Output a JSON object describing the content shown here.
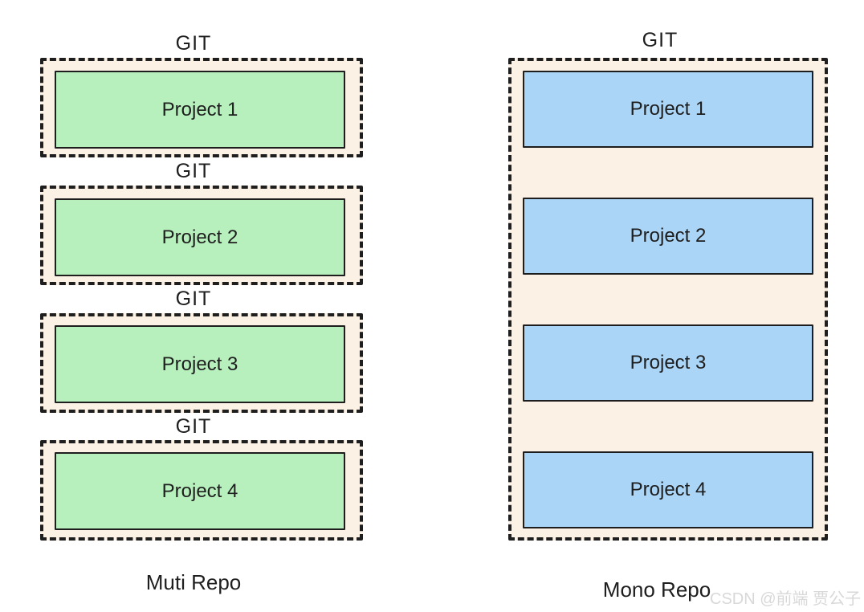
{
  "left": {
    "caption": "Muti Repo",
    "units": [
      {
        "git": "GIT",
        "project": "Project 1"
      },
      {
        "git": "GIT",
        "project": "Project 2"
      },
      {
        "git": "GIT",
        "project": "Project 3"
      },
      {
        "git": "GIT",
        "project": "Project 4"
      }
    ]
  },
  "right": {
    "git": "GIT",
    "caption": "Mono Repo",
    "projects": [
      {
        "label": "Project 1"
      },
      {
        "label": "Project 2"
      },
      {
        "label": "Project 3"
      },
      {
        "label": "Project 4"
      }
    ]
  },
  "watermark": {
    "text": "CSDN @前端 贾公子",
    "color": "#d8d8d8"
  },
  "colors": {
    "stroke": "#1e1e1e",
    "container_fill": "#fbf1e4",
    "multi_project_fill": "#b7efbd",
    "mono_project_fill": "#abd5f6",
    "background": "#ffffff"
  }
}
